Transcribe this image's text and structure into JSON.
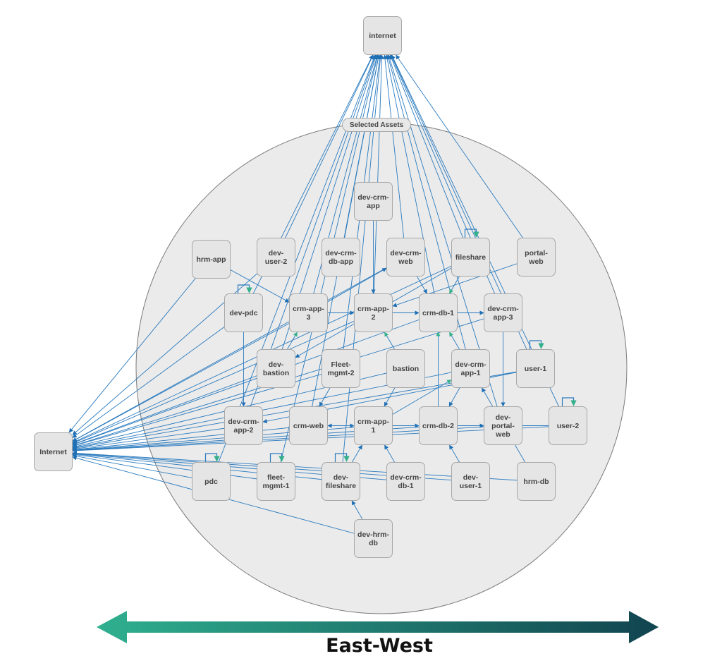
{
  "group_label": "Selected Assets",
  "axis_label": "East-West",
  "colors": {
    "edge": "#2b7bbf",
    "edge_alt": "#33b08a",
    "node_fill": "#e5e5e5",
    "group_fill": "#ebebeb",
    "arrow_start": "#2fb08f",
    "arrow_end": "#11444f"
  },
  "nodes": [
    {
      "id": "internet-top",
      "label": "internet"
    },
    {
      "id": "internet-left",
      "label": "Internet"
    },
    {
      "id": "dev-crm-app",
      "label": "dev-crm-app"
    },
    {
      "id": "hrm-app",
      "label": "hrm-app"
    },
    {
      "id": "dev-user-2",
      "label": "dev-user-2"
    },
    {
      "id": "dev-crm-db-app",
      "label": "dev-crm-db-app"
    },
    {
      "id": "dev-crm-web",
      "label": "dev-crm-web"
    },
    {
      "id": "fileshare",
      "label": "fileshare"
    },
    {
      "id": "portal-web",
      "label": "portal-web"
    },
    {
      "id": "dev-pdc",
      "label": "dev-pdc"
    },
    {
      "id": "crm-app-3",
      "label": "crm-app-3"
    },
    {
      "id": "crm-app-2",
      "label": "crm-app-2"
    },
    {
      "id": "crm-db-1",
      "label": "crm-db-1"
    },
    {
      "id": "dev-crm-app-3",
      "label": "dev-crm-app-3"
    },
    {
      "id": "dev-bastion",
      "label": "dev-bastion"
    },
    {
      "id": "fleet-mgmt-2",
      "label": "Fleet-mgmt-2"
    },
    {
      "id": "bastion",
      "label": "bastion"
    },
    {
      "id": "dev-crm-app-1",
      "label": "dev-crm-app-1"
    },
    {
      "id": "user-1",
      "label": "user-1"
    },
    {
      "id": "dev-crm-app-2",
      "label": "dev-crm-app-2"
    },
    {
      "id": "crm-web",
      "label": "crm-web"
    },
    {
      "id": "crm-app-1",
      "label": "crm-app-1"
    },
    {
      "id": "crm-db-2",
      "label": "crm-db-2"
    },
    {
      "id": "dev-portal-web",
      "label": "dev-portal-web"
    },
    {
      "id": "user-2",
      "label": "user-2"
    },
    {
      "id": "pdc",
      "label": "pdc"
    },
    {
      "id": "fleet-mgmt-1",
      "label": "fleet-mgmt-1"
    },
    {
      "id": "dev-fileshare",
      "label": "dev-fileshare"
    },
    {
      "id": "dev-crm-db-1",
      "label": "dev-crm-db-1"
    },
    {
      "id": "dev-user-1",
      "label": "dev-user-1"
    },
    {
      "id": "hrm-db",
      "label": "hrm-db"
    },
    {
      "id": "dev-hrm-db",
      "label": "dev-hrm-db"
    }
  ],
  "edges": [
    [
      "dev-user-2",
      "internet-top"
    ],
    [
      "dev-crm-db-app",
      "internet-top"
    ],
    [
      "dev-crm-web",
      "internet-top"
    ],
    [
      "fileshare",
      "internet-top"
    ],
    [
      "portal-web",
      "internet-top"
    ],
    [
      "dev-pdc",
      "internet-top"
    ],
    [
      "crm-app-3",
      "internet-top"
    ],
    [
      "crm-app-2",
      "internet-top"
    ],
    [
      "dev-crm-app-3",
      "internet-top"
    ],
    [
      "dev-bastion",
      "internet-top"
    ],
    [
      "fleet-mgmt-2",
      "internet-top"
    ],
    [
      "dev-crm-app-1",
      "internet-top"
    ],
    [
      "user-1",
      "internet-top"
    ],
    [
      "dev-crm-app-2",
      "internet-top"
    ],
    [
      "crm-web",
      "internet-top"
    ],
    [
      "dev-portal-web",
      "internet-top"
    ],
    [
      "user-2",
      "internet-top"
    ],
    [
      "pdc",
      "internet-top"
    ],
    [
      "fleet-mgmt-1",
      "internet-top"
    ],
    [
      "dev-fileshare",
      "internet-top"
    ],
    [
      "crm-db-1",
      "internet-top"
    ],
    [
      "hrm-app",
      "internet-left"
    ],
    [
      "dev-user-2",
      "internet-left"
    ],
    [
      "dev-pdc",
      "internet-left"
    ],
    [
      "crm-app-3",
      "internet-left"
    ],
    [
      "crm-app-2",
      "internet-left"
    ],
    [
      "crm-db-1",
      "internet-left"
    ],
    [
      "dev-crm-app-3",
      "internet-left"
    ],
    [
      "dev-bastion",
      "internet-left"
    ],
    [
      "fleet-mgmt-2",
      "internet-left"
    ],
    [
      "bastion",
      "internet-left"
    ],
    [
      "dev-crm-app-1",
      "internet-left"
    ],
    [
      "user-1",
      "internet-left"
    ],
    [
      "dev-crm-app-2",
      "internet-left"
    ],
    [
      "crm-web",
      "internet-left"
    ],
    [
      "crm-app-1",
      "internet-left"
    ],
    [
      "crm-db-2",
      "internet-left"
    ],
    [
      "dev-portal-web",
      "internet-left"
    ],
    [
      "user-2",
      "internet-left"
    ],
    [
      "pdc",
      "internet-left"
    ],
    [
      "fleet-mgmt-1",
      "internet-left"
    ],
    [
      "dev-fileshare",
      "internet-left"
    ],
    [
      "dev-crm-db-1",
      "internet-left"
    ],
    [
      "dev-user-1",
      "internet-left"
    ],
    [
      "hrm-db",
      "internet-left"
    ],
    [
      "dev-hrm-db",
      "internet-left"
    ],
    [
      "fileshare",
      "internet-left"
    ],
    [
      "dev-crm-web",
      "internet-left"
    ],
    [
      "crm-app-3",
      "crm-app-2"
    ],
    [
      "crm-app-2",
      "crm-db-1"
    ],
    [
      "crm-db-1",
      "dev-crm-app-3"
    ],
    [
      "crm-web",
      "crm-app-1"
    ],
    [
      "crm-app-1",
      "crm-db-2"
    ],
    [
      "crm-app-3",
      "dev-crm-web"
    ],
    [
      "dev-crm-web",
      "crm-db-1"
    ],
    [
      "dev-crm-app-1",
      "crm-db-2"
    ],
    [
      "bastion",
      "crm-app-1"
    ],
    [
      "dev-crm-app-3",
      "dev-portal-web"
    ],
    [
      "user-1",
      "dev-crm-app-2"
    ],
    [
      "user-2",
      "crm-web"
    ],
    [
      "dev-crm-app",
      "crm-app-2"
    ],
    [
      "hrm-app",
      "crm-app-3"
    ],
    [
      "portal-web",
      "crm-app-2"
    ],
    [
      "fileshare",
      "dev-bastion"
    ],
    [
      "crm-db-2",
      "dev-portal-web"
    ],
    [
      "dev-crm-db-1",
      "crm-app-1"
    ],
    [
      "dev-user-1",
      "crm-db-2"
    ],
    [
      "hrm-db",
      "dev-crm-app-1"
    ],
    [
      "dev-fileshare",
      "crm-app-1"
    ],
    [
      "dev-hrm-db",
      "dev-fileshare"
    ],
    [
      "dev-pdc",
      "dev-crm-app-2"
    ],
    [
      "fleet-mgmt-2",
      "crm-web"
    ]
  ],
  "green_edges": [
    [
      "dev-bastion",
      "crm-app-3"
    ],
    [
      "bastion",
      "crm-app-2"
    ],
    [
      "dev-crm-app-1",
      "crm-db-1"
    ],
    [
      "fileshare",
      "crm-db-1"
    ],
    [
      "crm-app-1",
      "dev-crm-app-1"
    ],
    [
      "crm-db-2",
      "crm-db-1"
    ]
  ],
  "self_loops": [
    "dev-pdc",
    "fileshare",
    "user-1",
    "user-2",
    "pdc",
    "fleet-mgmt-1",
    "dev-fileshare"
  ]
}
